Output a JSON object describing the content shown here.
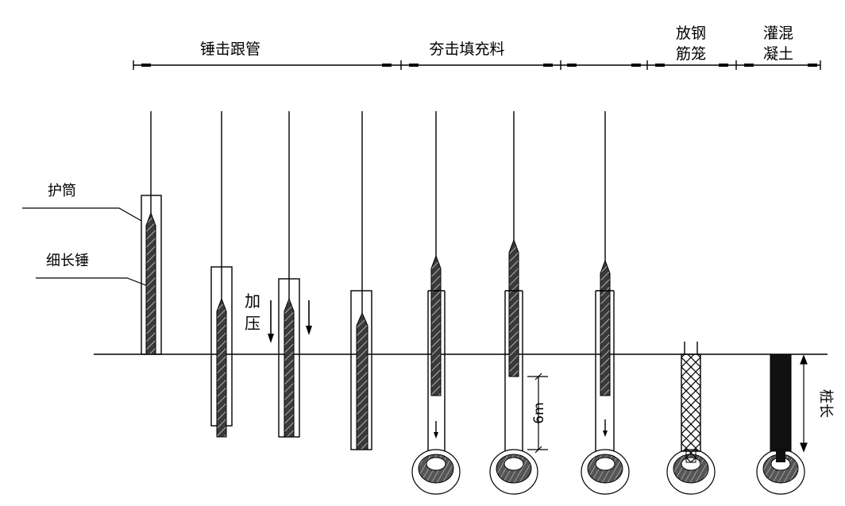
{
  "stages": {
    "hammer_follow": "锤击跟管",
    "ram_fill": "夯击填充料",
    "place_steel_1": "放钢",
    "place_steel_2": "筋笼",
    "pour_concrete_1": "灌混",
    "pour_concrete_2": "凝土"
  },
  "labels": {
    "casing": "护筒",
    "slender_hammer": "细长锤",
    "press_1": "加",
    "press_2": "压",
    "depth": "6m",
    "pile_length": "桩长"
  },
  "colors": {
    "line": "#000000",
    "hammer_fill": "#333333",
    "background": "#ffffff"
  }
}
